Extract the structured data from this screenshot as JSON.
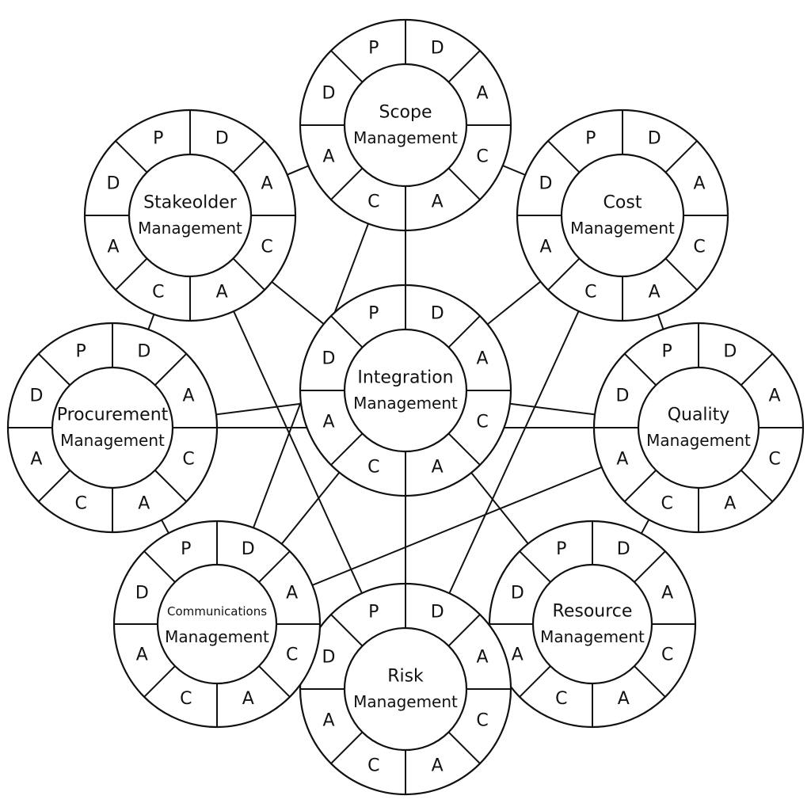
{
  "segment_letters": [
    "P",
    "D",
    "A",
    "C",
    "A",
    "C",
    "A",
    "D"
  ],
  "modules": [
    {
      "id": "scope",
      "line1": "Scope",
      "line2": "Management"
    },
    {
      "id": "cost",
      "line1": "Cost",
      "line2": "Management"
    },
    {
      "id": "quality",
      "line1": "Quality",
      "line2": "Management"
    },
    {
      "id": "resource",
      "line1": "Resource",
      "line2": "Management"
    },
    {
      "id": "risk",
      "line1": "Risk",
      "line2": "Management"
    },
    {
      "id": "communications",
      "line1": "Communications",
      "line2": "Management"
    },
    {
      "id": "procurement",
      "line1": "Procurement",
      "line2": "Management"
    },
    {
      "id": "stakeholder",
      "line1": "Stakeolder",
      "line2": "Management"
    },
    {
      "id": "integration",
      "line1": "Integration",
      "line2": "Management"
    }
  ],
  "connections": [
    [
      "scope",
      "cost"
    ],
    [
      "cost",
      "quality"
    ],
    [
      "quality",
      "resource"
    ],
    [
      "resource",
      "risk"
    ],
    [
      "risk",
      "communications"
    ],
    [
      "communications",
      "procurement"
    ],
    [
      "procurement",
      "stakeholder"
    ],
    [
      "stakeholder",
      "scope"
    ],
    [
      "scope",
      "risk"
    ],
    [
      "scope",
      "communications"
    ],
    [
      "stakeholder",
      "integration"
    ],
    [
      "stakeholder",
      "risk"
    ],
    [
      "cost",
      "integration"
    ],
    [
      "cost",
      "risk"
    ],
    [
      "procurement",
      "integration"
    ],
    [
      "procurement",
      "quality"
    ],
    [
      "quality",
      "integration"
    ],
    [
      "quality",
      "communications"
    ],
    [
      "communications",
      "integration"
    ],
    [
      "resource",
      "integration"
    ]
  ]
}
